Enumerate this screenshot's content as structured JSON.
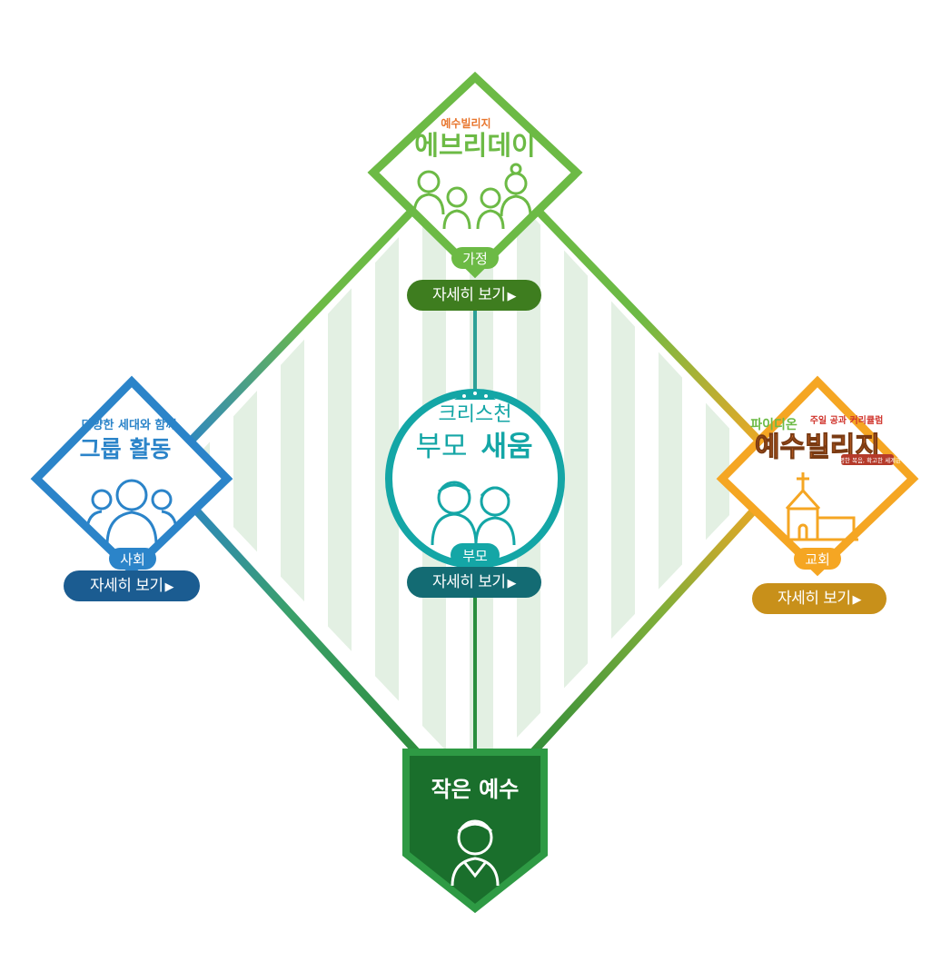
{
  "nodes": {
    "family": {
      "brand_top": "예수빌리지",
      "title": "에브리데이",
      "label": "가정",
      "button": "자세히 보기",
      "button_arrow": "▶",
      "color": "#6cba45",
      "button_color": "#3e7d1f"
    },
    "society": {
      "subtitle": "다양한 세대와 함께",
      "title": "그룹 활동",
      "label": "사회",
      "button": "자세히 보기",
      "button_arrow": "▶",
      "color": "#2b84c9",
      "button_color": "#1b5c91"
    },
    "parents": {
      "top": "크리스천",
      "title_a": "부모",
      "title_b": "새움",
      "label": "부모",
      "button": "자세히 보기",
      "button_arrow": "▶",
      "color": "#14a6a6",
      "button_color": "#136b73"
    },
    "church": {
      "brand_top": "파이디온",
      "tag": "주일 공과 커리큘럼",
      "title": "예수빌리지",
      "sub": "분명한 복음, 확고한 세계관",
      "label": "교회",
      "button": "자세히 보기",
      "button_arrow": "▶",
      "color": "#f5a623",
      "button_color": "#c8901a"
    },
    "little_jesus": {
      "title": "작은 예수",
      "color": "#1a6f2c"
    }
  },
  "icons": {
    "family": "family-group-icon",
    "society": "group-people-icon",
    "parents": "parents-couple-icon",
    "church": "church-building-icon",
    "little_jesus": "child-person-icon"
  }
}
